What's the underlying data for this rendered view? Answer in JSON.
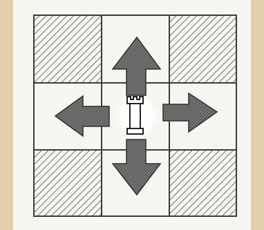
{
  "board": {
    "grid": {
      "rows": 3,
      "cols": 3
    },
    "blocked_cells": [
      "top-left",
      "top-right",
      "bottom-left",
      "bottom-right"
    ],
    "open_cells": [
      "top-center",
      "middle-left",
      "center",
      "middle-right",
      "bottom-center"
    ]
  },
  "piece": {
    "type": "rook",
    "cell": "center"
  },
  "moves": [
    "up",
    "down",
    "left",
    "right"
  ],
  "colors": {
    "background": "#e2cfaa",
    "paper": "#f7f5ef",
    "ink": "#3b3b3b",
    "arrow_fill": "#6e6e6e"
  }
}
